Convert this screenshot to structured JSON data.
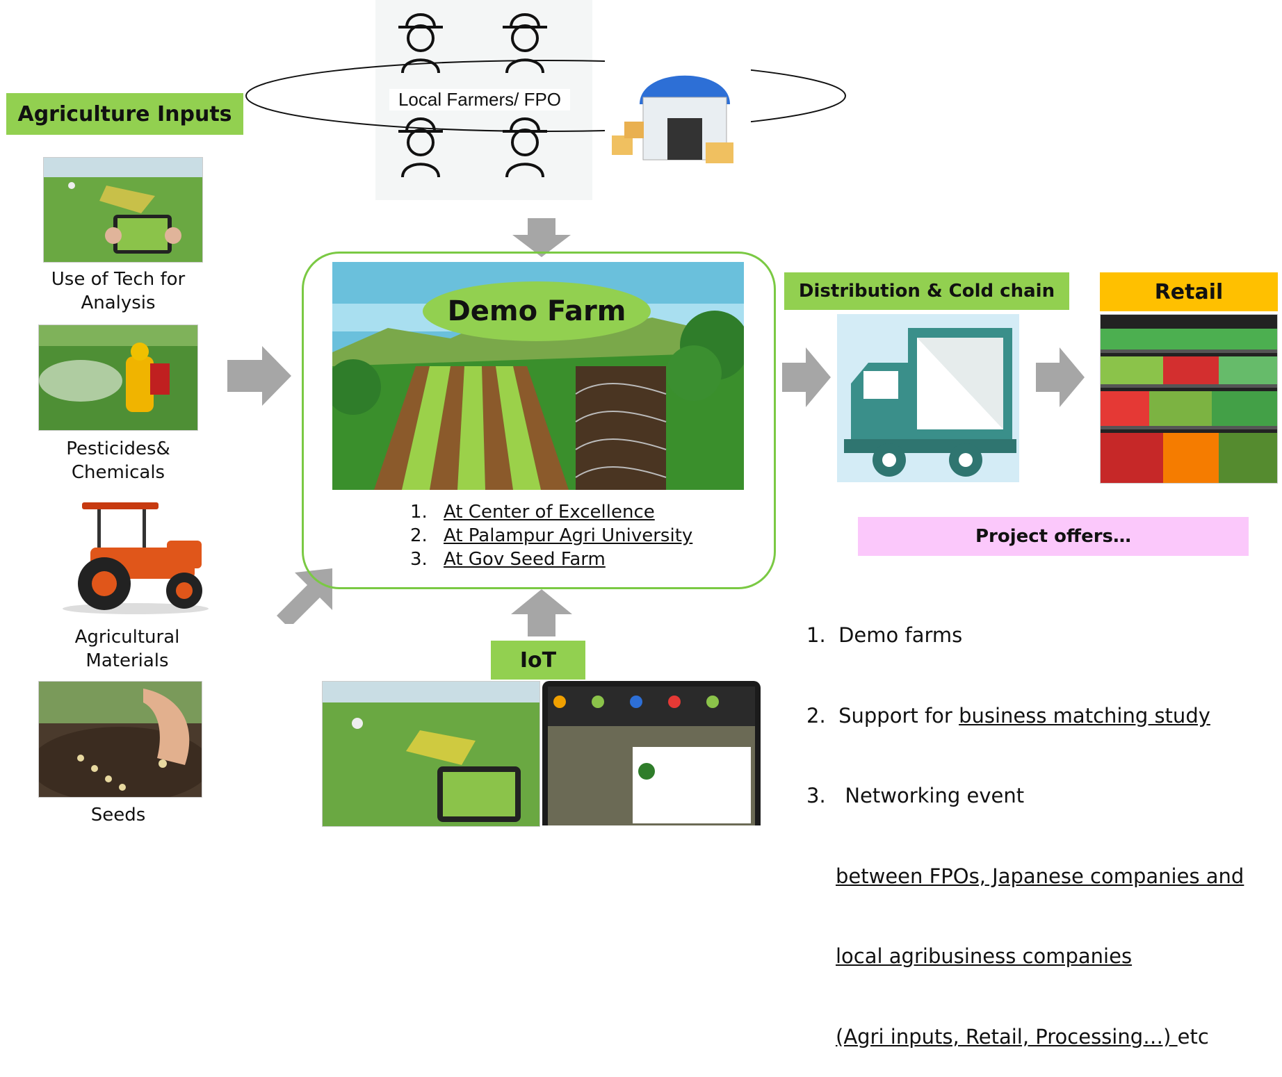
{
  "inputs": {
    "title": "Agriculture Inputs",
    "items": [
      {
        "label_line1": "Use of Tech for",
        "label_line2": "Analysis"
      },
      {
        "label_line1": "Pesticides&",
        "label_line2": "Chemicals"
      },
      {
        "label_line1": "Agricultural",
        "label_line2": "Materials"
      },
      {
        "label_line1": "Seeds",
        "label_line2": ""
      }
    ]
  },
  "farmers": {
    "label": "Local Farmers/ FPO"
  },
  "demo": {
    "title": "Demo Farm",
    "locations": [
      {
        "num": "1.",
        "text": "At Center of Excellence"
      },
      {
        "num": "2.",
        "text": "At Palampur Agri University"
      },
      {
        "num": "3.",
        "text": "At Gov Seed Farm"
      }
    ]
  },
  "iot": {
    "label": "IoT"
  },
  "distribution": {
    "label": "Distribution & Cold chain"
  },
  "retail": {
    "label": "Retail"
  },
  "offers": {
    "title": "Project offers…",
    "item1": "1.  Demo farms",
    "item2_prefix": "2.  Support for ",
    "item2_link": "business matching study",
    "item3": "3.   Networking event",
    "item3_line2": "between FPOs, Japanese companies and",
    "item3_line3": "local agribusiness companies",
    "item3_line4": "(Agri inputs, Retail, Processing…) ",
    "item3_suffix": "etc"
  },
  "colors": {
    "label_green": "#92d050",
    "retail_yellow": "#ffc000",
    "offers_pink": "#fbc8fb",
    "arrow_gray": "#a6a6a6",
    "frame_green": "#7ac943"
  }
}
